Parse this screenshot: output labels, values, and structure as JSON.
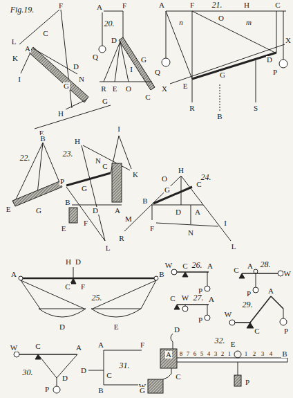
{
  "diagram": {
    "labels": [
      "Fig.19.",
      "F",
      "L",
      "A",
      "C",
      "K",
      "D",
      "N",
      "G",
      "I",
      "H",
      "E",
      "G",
      "A",
      "F",
      "20.",
      "Q",
      "D",
      "G",
      "I",
      "R",
      "E",
      "O",
      "C",
      "A",
      "F",
      "21.",
      "H",
      "C",
      "n",
      "O",
      "m",
      "Q",
      "D",
      "X",
      "P",
      "X",
      "E",
      "G",
      "R",
      "S",
      "B",
      "B",
      "22.",
      "E",
      "G",
      "H",
      "I",
      "23.",
      "N",
      "K",
      "C",
      "P",
      "G",
      "B",
      "D",
      "A",
      "E",
      "F",
      "L",
      "H",
      "O",
      "24.",
      "G",
      "C",
      "D",
      "A",
      "B",
      "M",
      "F",
      "N",
      "I",
      "R",
      "L",
      "H",
      "D",
      "A",
      "C",
      "F",
      "B",
      "25.",
      "D",
      "E",
      "W",
      "C",
      "26.",
      "A",
      "P",
      "28.",
      "C",
      "A",
      "W",
      "P",
      "C",
      "W",
      "27.",
      "A",
      "P",
      "A",
      "29.",
      "W",
      "C",
      "P",
      "D",
      "32.",
      "E",
      "A",
      "8",
      "7",
      "6",
      "5",
      "4",
      "3",
      "2",
      "1",
      "1",
      "2",
      "3",
      "4",
      "B",
      "C",
      "W",
      "P",
      "W",
      "C",
      "A",
      "30.",
      "D",
      "P",
      "A",
      "F",
      "D",
      "C",
      "31.",
      "B",
      "G"
    ]
  }
}
